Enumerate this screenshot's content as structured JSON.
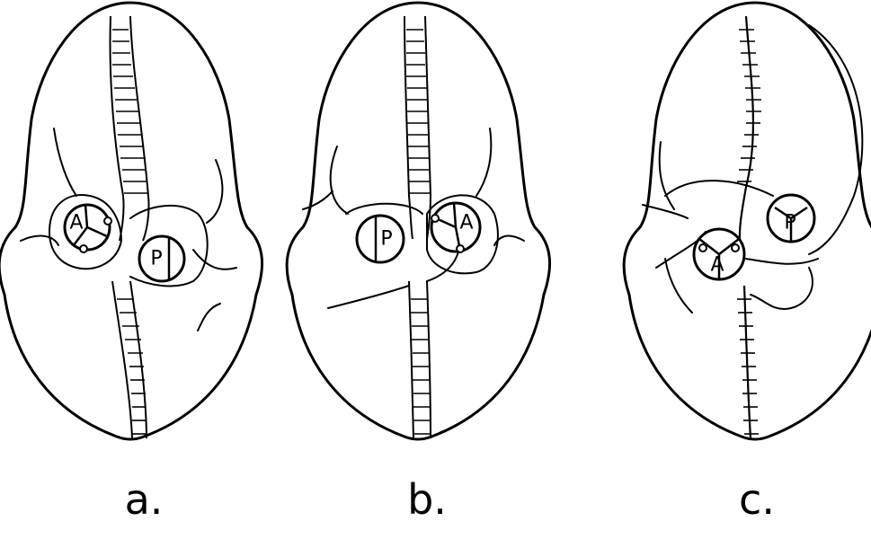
{
  "panels": [
    {
      "caption": "a.",
      "labels": {
        "aorta": "A",
        "pulmonary": "P"
      }
    },
    {
      "caption": "b.",
      "labels": {
        "aorta": "A",
        "pulmonary": "P"
      }
    },
    {
      "caption": "c.",
      "labels": {
        "aorta": "A",
        "pulmonary": "P"
      }
    }
  ],
  "style": {
    "ink": "#000000",
    "paper": "#ffffff"
  }
}
